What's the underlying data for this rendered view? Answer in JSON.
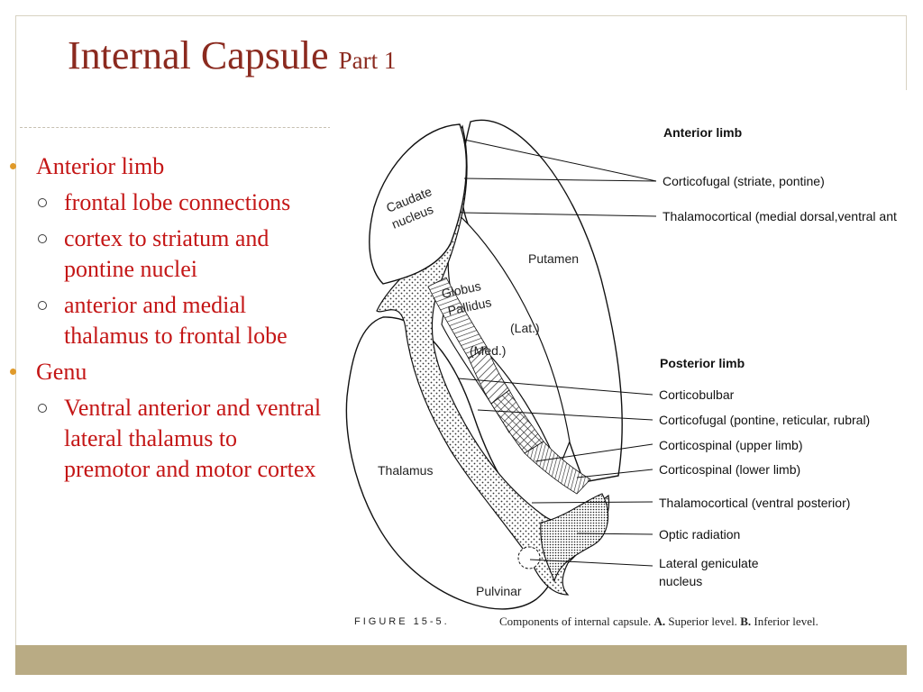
{
  "slide": {
    "title": "Internal Capsule",
    "title_suffix": "Part 1"
  },
  "bullets": [
    {
      "text": "Anterior limb",
      "subitems": [
        "frontal lobe connections",
        "cortex to striatum and pontine nuclei",
        "anterior and medial thalamus to frontal lobe"
      ]
    },
    {
      "text": "Genu",
      "subitems": [
        "Ventral anterior and ventral lateral thalamus to premotor and motor cortex"
      ]
    }
  ],
  "figure": {
    "structures": {
      "caudate_line1": "Caudate",
      "caudate_line2": "nucleus",
      "putamen": "Putamen",
      "globus_line1": "Globus",
      "globus_line2": "Pallidus",
      "lat": "(Lat.)",
      "med": "(Med.)",
      "thalamus": "Thalamus",
      "pulvinar": "Pulvinar"
    },
    "anterior_heading": "Anterior limb",
    "anterior_labels": [
      "Corticofugal (striate, pontine)",
      "Thalamocortical (medial dorsal,ventral ant"
    ],
    "posterior_heading": "Posterior limb",
    "posterior_labels": [
      "Corticobulbar",
      "Corticofugal (pontine, reticular, rubral)",
      "Corticospinal (upper limb)",
      "Corticospinal (lower limb)",
      "Thalamocortical (ventral posterior)",
      "Optic radiation"
    ],
    "lgn_line1": "Lateral geniculate",
    "lgn_line2": "nucleus",
    "caption_figure": "FIGURE 15-5.",
    "caption_prefix": "Components of internal capsule.",
    "caption_a_bold": "A.",
    "caption_a_text": "Superior level.",
    "caption_b_bold": "B.",
    "caption_b_text": "Inferior level."
  },
  "colors": {
    "title": "#8b2a1f",
    "bullet_text": "#c41616",
    "bullet_dot": "#e09a2a",
    "footer_bar": "#b9ab84",
    "frame": "#d8d2c2"
  }
}
